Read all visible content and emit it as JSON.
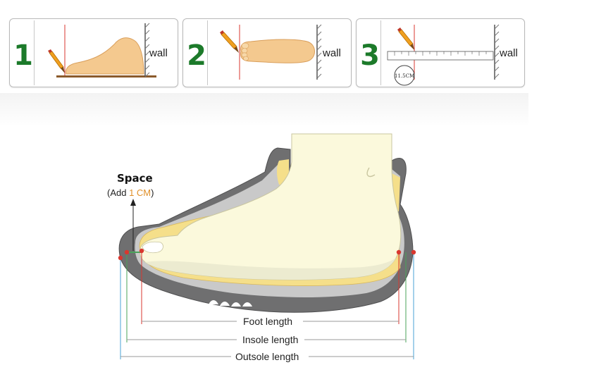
{
  "steps": [
    {
      "number": "1",
      "wall_label": "wall"
    },
    {
      "number": "2",
      "wall_label": "wall"
    },
    {
      "number": "3",
      "wall_label": "wall",
      "measure_value": "11.5CM"
    }
  ],
  "space": {
    "title": "Space",
    "note_prefix": "(Add ",
    "note_value": "1 CM",
    "note_suffix": ")"
  },
  "lengths": {
    "foot": "Foot length",
    "insole": "Insole length",
    "outsole": "Outsole length"
  },
  "colors": {
    "step_number": "#1c7a2a",
    "foot_fill": "#f4c98f",
    "foot_cream": "#fbf9dc",
    "insole": "#f5df8a",
    "outsole": "#6f6f70",
    "accent": "#e0902a",
    "red_marker": "#d9372f",
    "blue_marker": "#4aa3d6",
    "green_marker": "#4aa35a"
  }
}
